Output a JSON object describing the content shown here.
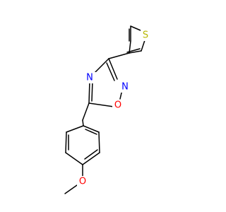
{
  "atoms": {
    "sulfur": "S",
    "nitrogen_ring_left": "N",
    "nitrogen_ring_right": "N",
    "oxygen_ring": "O",
    "oxygen_methoxy": "O"
  },
  "colors": {
    "bond": "#000000",
    "sulfur": "#b8b800",
    "nitrogen": "#0000ff",
    "oxygen": "#ff0000",
    "background": "#ffffff"
  }
}
